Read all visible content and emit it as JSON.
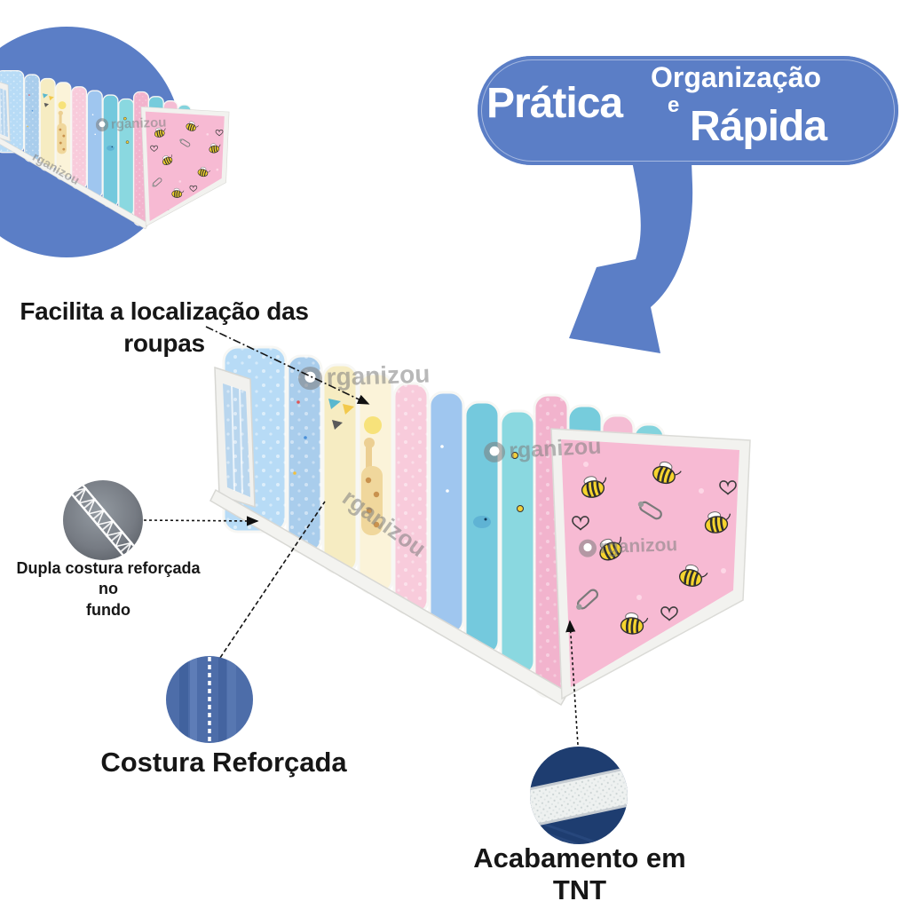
{
  "bubble": {
    "word_top": "Organização",
    "word_left": "Prática",
    "connector": "e",
    "word_bottom": "Rápida"
  },
  "callouts": {
    "facilita": {
      "lines": [
        "Facilita a localização das",
        "roupas"
      ]
    },
    "dupla_costura": {
      "lines": [
        "Dupla costura reforçada no",
        "fundo"
      ]
    },
    "costura_reforcada": {
      "label": "Costura Reforçada"
    },
    "acabamento_tnt": {
      "label": "Acabamento em TNT"
    }
  },
  "watermark": {
    "brand": "rganizou"
  },
  "colors": {
    "accent_blue": "#5b7ec6",
    "label_text": "#161616",
    "panel_pink": "#f7bad3",
    "tnt_navy": "#1e3d70",
    "stitch_blue": "#4d6da9",
    "stitch_gray": "#757a82"
  }
}
